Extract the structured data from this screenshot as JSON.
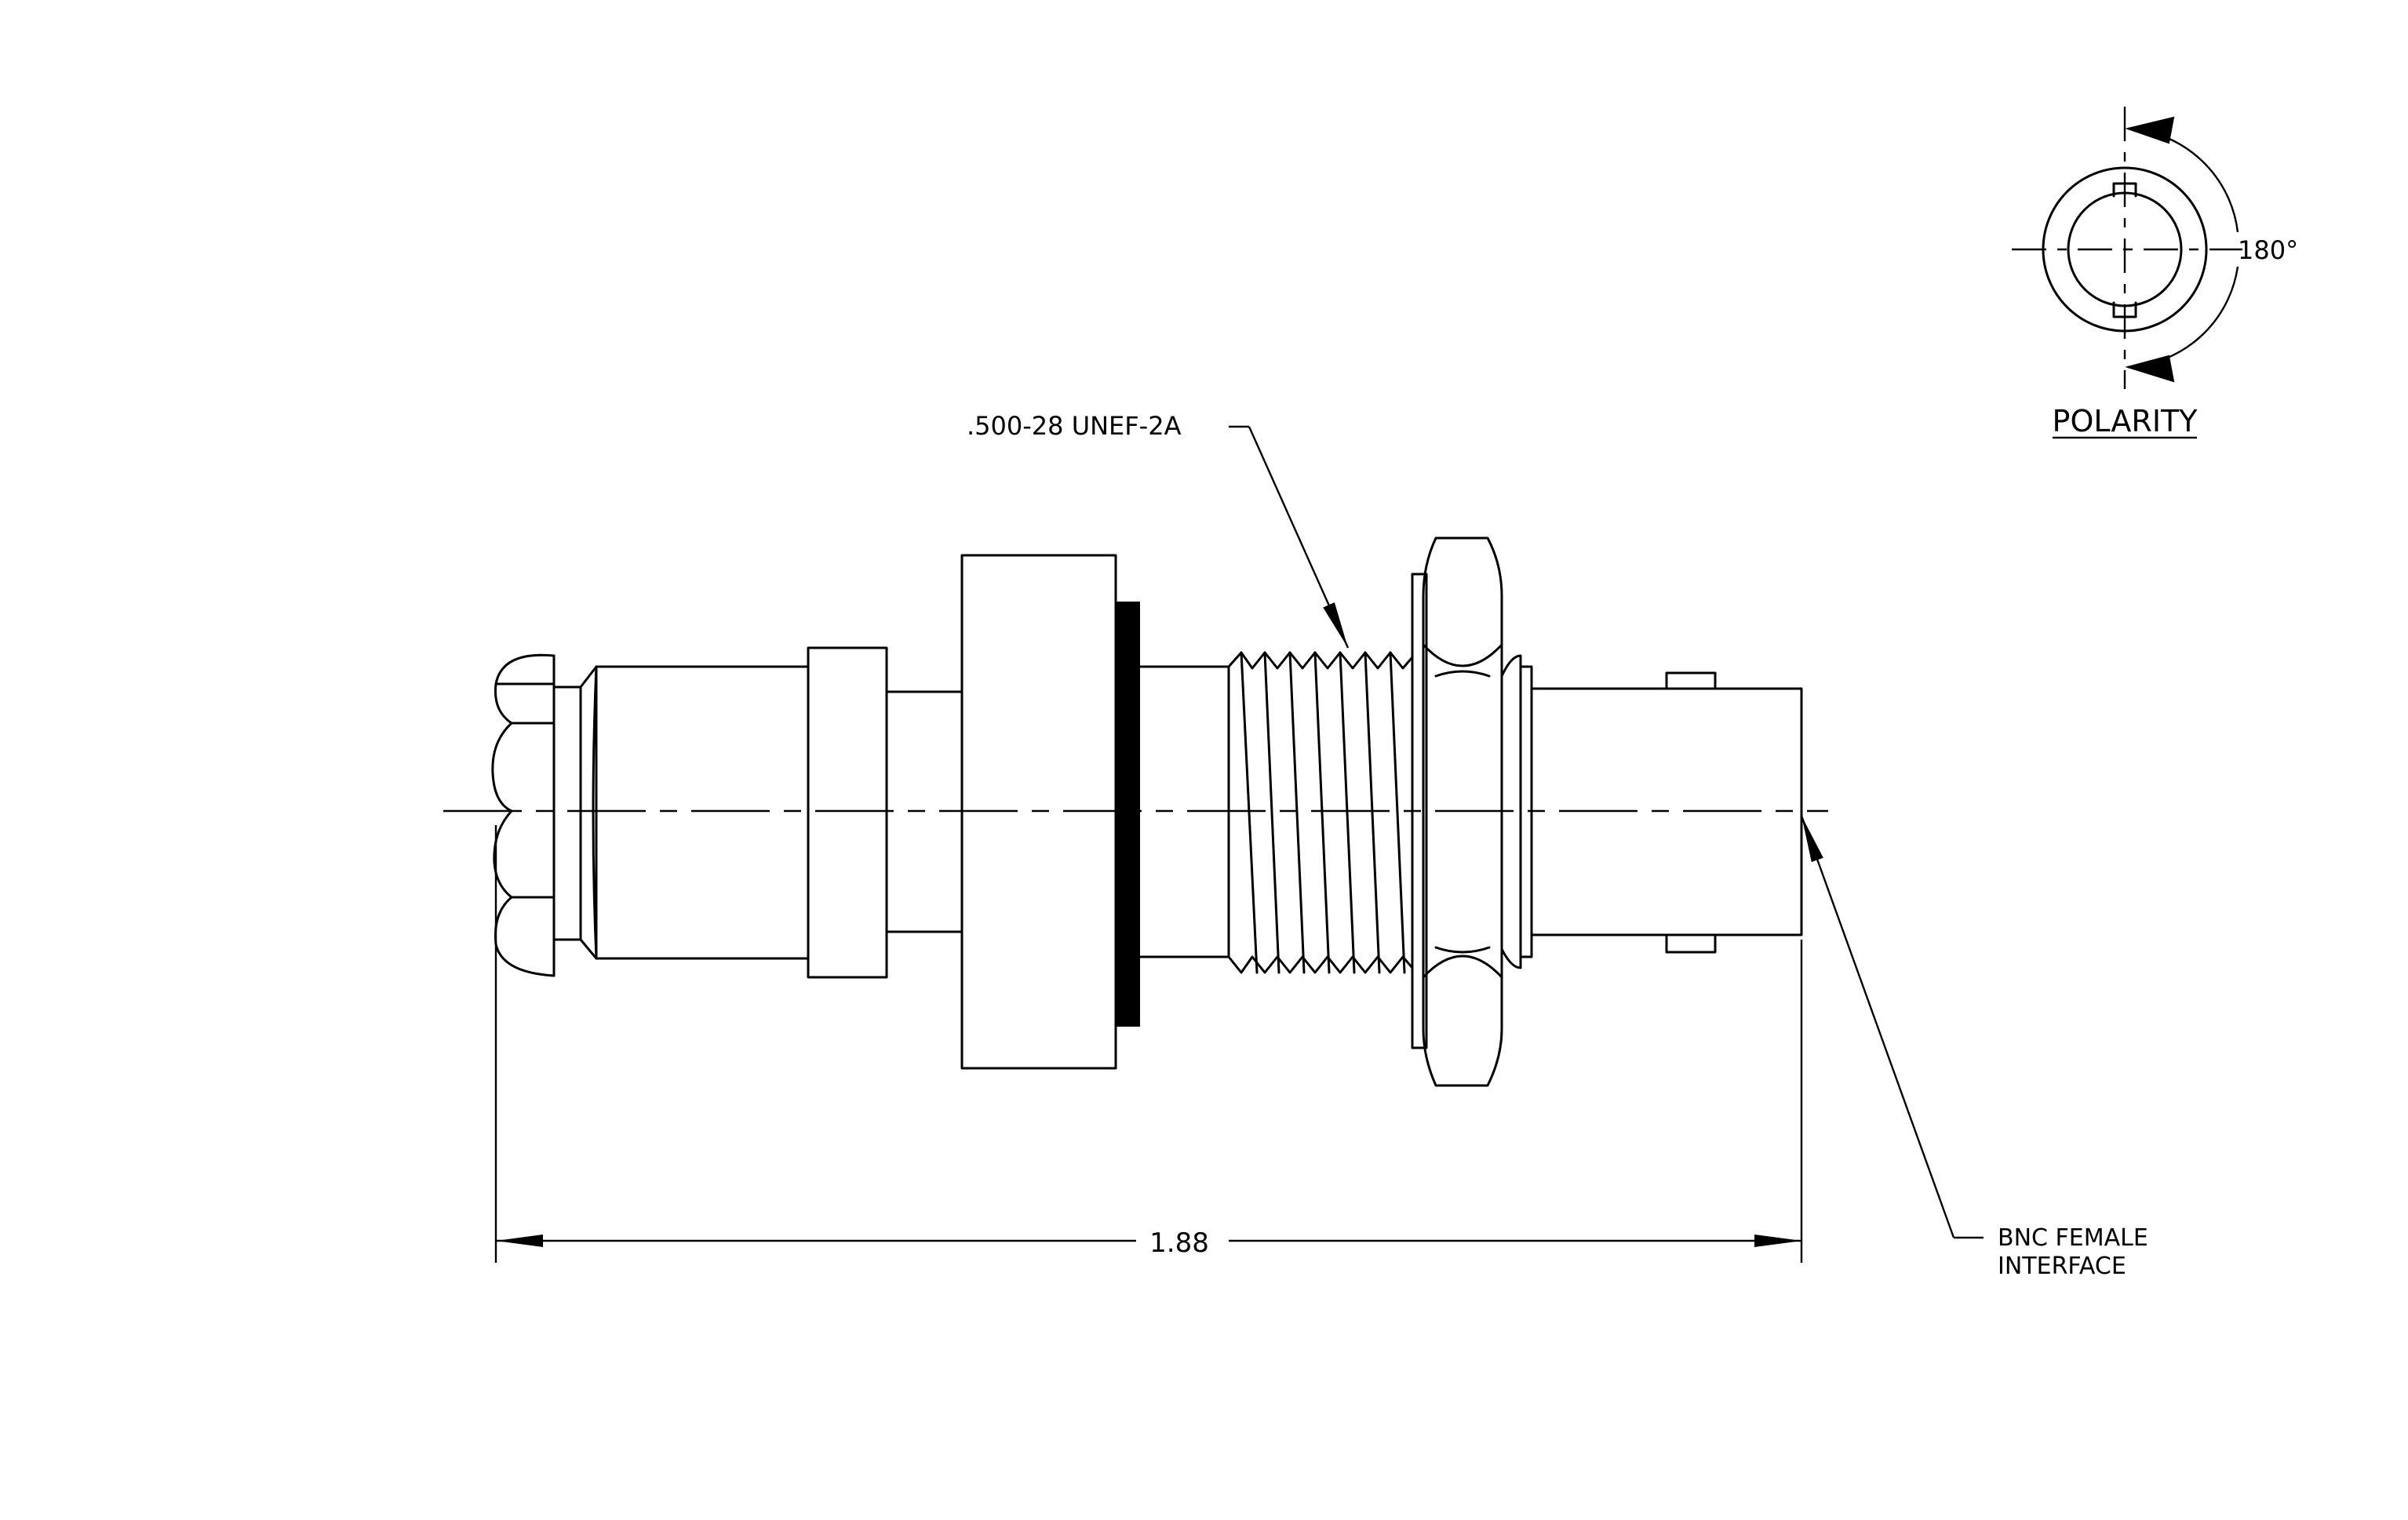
{
  "annotations": {
    "thread_spec": ".500-28 UNEF-2A",
    "overall_length": "1.88",
    "interface_line1": "BNC FEMALE",
    "interface_line2": "INTERFACE",
    "polarity_title": "POLARITY",
    "polarity_angle": "180°"
  },
  "colors": {
    "ink": "#000000",
    "paper": "#ffffff"
  }
}
